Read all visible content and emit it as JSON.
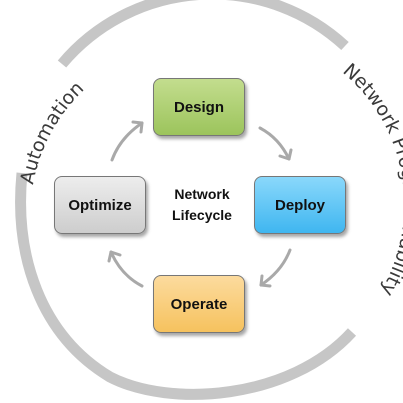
{
  "ring": {
    "left_text": "Automation",
    "right_text": "Network Programmability",
    "color": "#c6c6c6"
  },
  "center": {
    "line1": "Network",
    "line2": "Lifecycle"
  },
  "stages": [
    {
      "label": "Design",
      "color_top": "#c3dd8e",
      "color_bottom": "#9cc45c"
    },
    {
      "label": "Deploy",
      "color_top": "#8ad8fb",
      "color_bottom": "#3fb6f0"
    },
    {
      "label": "Operate",
      "color_top": "#fcdb9e",
      "color_bottom": "#f6c25e"
    },
    {
      "label": "Optimize",
      "color_top": "#ededed",
      "color_bottom": "#cdcdcd"
    }
  ],
  "arrow_color": "#a9a9a9"
}
